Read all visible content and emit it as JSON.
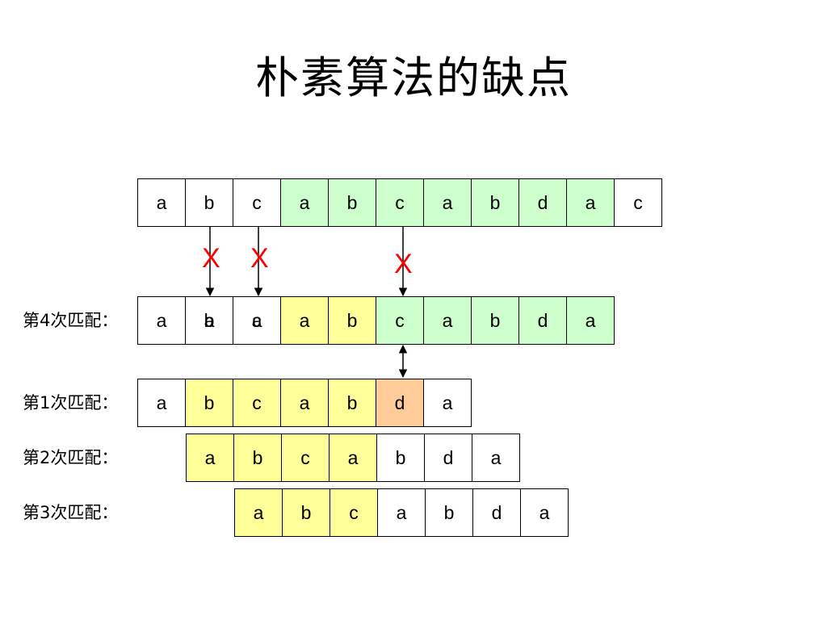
{
  "title": "朴素算法的缺点",
  "colors": {
    "white": "#ffffff",
    "green": "#ccffcc",
    "yellow": "#ffff99",
    "orange": "#ffcc99",
    "mismatch_mark": "#ff0000"
  },
  "text_row": {
    "cells": [
      {
        "char": "a",
        "fill": "white"
      },
      {
        "char": "b",
        "fill": "white"
      },
      {
        "char": "c",
        "fill": "white"
      },
      {
        "char": "a",
        "fill": "green"
      },
      {
        "char": "b",
        "fill": "green"
      },
      {
        "char": "c",
        "fill": "green"
      },
      {
        "char": "a",
        "fill": "green"
      },
      {
        "char": "b",
        "fill": "green"
      },
      {
        "char": "d",
        "fill": "green"
      },
      {
        "char": "a",
        "fill": "green"
      },
      {
        "char": "c",
        "fill": "white"
      }
    ]
  },
  "mismatch_marks": [
    "X",
    "X",
    "X"
  ],
  "match_rows": [
    {
      "label": "第4次匹配：",
      "cells": [
        {
          "char": "a",
          "fill": "white"
        },
        {
          "char": "b",
          "overlay": "a",
          "fill": "white"
        },
        {
          "char": "c",
          "overlay": "a",
          "fill": "white"
        },
        {
          "char": "a",
          "fill": "yellow"
        },
        {
          "char": "b",
          "fill": "yellow"
        },
        {
          "char": "c",
          "fill": "green"
        },
        {
          "char": "a",
          "fill": "green"
        },
        {
          "char": "b",
          "fill": "green"
        },
        {
          "char": "d",
          "fill": "green"
        },
        {
          "char": "a",
          "fill": "green"
        }
      ]
    },
    {
      "label": "第1次匹配：",
      "cells": [
        {
          "char": "a",
          "fill": "white"
        },
        {
          "char": "b",
          "fill": "yellow"
        },
        {
          "char": "c",
          "fill": "yellow"
        },
        {
          "char": "a",
          "fill": "yellow"
        },
        {
          "char": "b",
          "fill": "yellow"
        },
        {
          "char": "d",
          "fill": "orange"
        },
        {
          "char": "a",
          "fill": "white"
        }
      ]
    },
    {
      "label": "第2次匹配：",
      "cells": [
        {
          "char": "a",
          "fill": "yellow"
        },
        {
          "char": "b",
          "fill": "yellow"
        },
        {
          "char": "c",
          "fill": "yellow"
        },
        {
          "char": "a",
          "fill": "yellow"
        },
        {
          "char": "b",
          "fill": "white"
        },
        {
          "char": "d",
          "fill": "white"
        },
        {
          "char": "a",
          "fill": "white"
        }
      ]
    },
    {
      "label": "第3次匹配：",
      "cells": [
        {
          "char": "a",
          "fill": "yellow"
        },
        {
          "char": "b",
          "fill": "yellow"
        },
        {
          "char": "c",
          "fill": "yellow"
        },
        {
          "char": "a",
          "fill": "white"
        },
        {
          "char": "b",
          "fill": "white"
        },
        {
          "char": "d",
          "fill": "white"
        },
        {
          "char": "a",
          "fill": "white"
        }
      ]
    }
  ]
}
